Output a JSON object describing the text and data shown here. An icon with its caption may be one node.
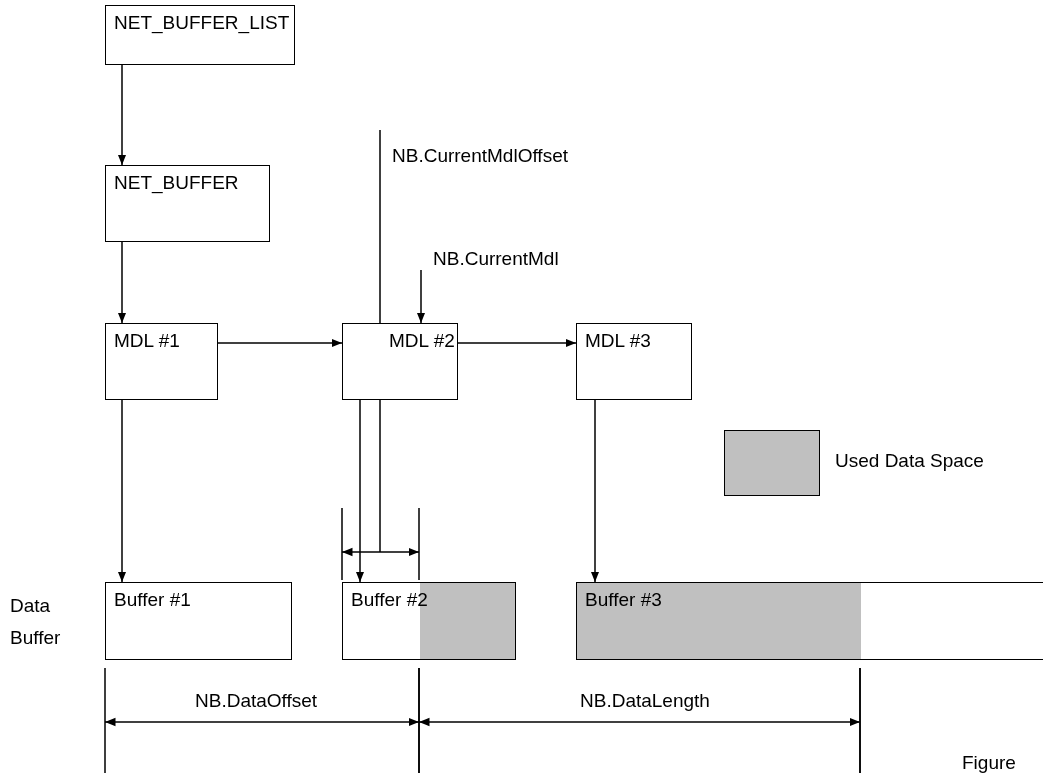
{
  "diagram": {
    "nodes": [
      {
        "text": [
          "NET_BUFFER_LIST"
        ]
      },
      {
        "text": [
          "NET_BUFFER"
        ]
      },
      {
        "text": [
          "MDL #1"
        ]
      },
      {
        "text": [
          "MDL #2"
        ]
      },
      {
        "text": [
          "MDL #3"
        ]
      },
      {
        "text": [
          "Buffer #1"
        ]
      },
      {
        "text": [
          "Buffer #2"
        ]
      },
      {
        "text": [
          "Buffer #3"
        ]
      },
      {
        "text": [
          "NB.CurrentMdl"
        ]
      },
      {
        "text": [
          "NB.CurrentMdlOffset"
        ]
      }
    ],
    "edges": [
      {
        "from": 0,
        "to": 1,
        "arrow": "to"
      },
      {
        "from": 1,
        "to": 2,
        "arrow": "to"
      },
      {
        "from": 2,
        "to": 3,
        "arrow": "to"
      },
      {
        "from": 3,
        "to": 4,
        "arrow": "to"
      },
      {
        "from": 2,
        "to": 5,
        "arrow": "to"
      },
      {
        "from": 3,
        "to": 6,
        "arrow": "to"
      },
      {
        "from": 4,
        "to": 7,
        "arrow": "to"
      },
      {
        "from": 8,
        "to": 3,
        "arrow": "to"
      },
      {
        "from": 9,
        "to": null,
        "arrow": "none"
      }
    ],
    "labels": [
      "Data Buffer",
      "NB.DataOffset",
      "NB.DataLength",
      "Figure"
    ],
    "legend": [
      {
        "text": "Used Data Space",
        "color": "#c0c0c0"
      }
    ]
  }
}
